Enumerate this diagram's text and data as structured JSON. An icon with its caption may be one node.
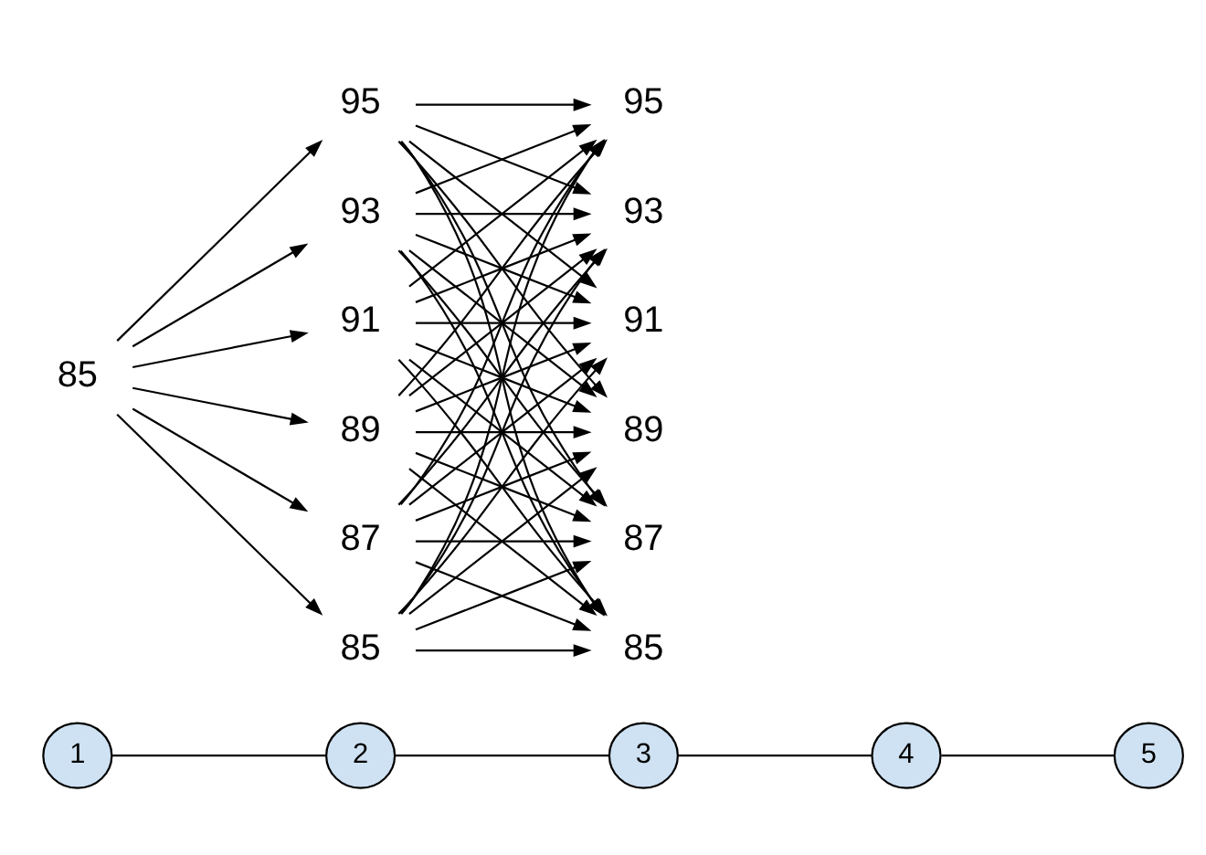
{
  "diagram": {
    "nodes": [
      {
        "text": [
          "1"
        ]
      },
      {
        "text": [
          "2"
        ]
      },
      {
        "text": [
          "3"
        ]
      },
      {
        "text": [
          "4"
        ]
      },
      {
        "text": [
          "5"
        ]
      },
      {
        "text": [
          "85"
        ]
      },
      {
        "text": [
          "95"
        ]
      },
      {
        "text": [
          "93"
        ]
      },
      {
        "text": [
          "91"
        ]
      },
      {
        "text": [
          "89"
        ]
      },
      {
        "text": [
          "87"
        ]
      },
      {
        "text": [
          "85"
        ]
      },
      {
        "text": [
          "95"
        ]
      },
      {
        "text": [
          "93"
        ]
      },
      {
        "text": [
          "91"
        ]
      },
      {
        "text": [
          "89"
        ]
      },
      {
        "text": [
          "87"
        ]
      },
      {
        "text": [
          "85"
        ]
      }
    ],
    "edges": [
      {
        "from": 0,
        "to": 1,
        "arrow": "none"
      },
      {
        "from": 1,
        "to": 2,
        "arrow": "none"
      },
      {
        "from": 2,
        "to": 3,
        "arrow": "none"
      },
      {
        "from": 3,
        "to": 4,
        "arrow": "none"
      },
      {
        "from": 5,
        "to": 6,
        "arrow": "to"
      },
      {
        "from": 5,
        "to": 7,
        "arrow": "to"
      },
      {
        "from": 5,
        "to": 8,
        "arrow": "to"
      },
      {
        "from": 5,
        "to": 9,
        "arrow": "to"
      },
      {
        "from": 5,
        "to": 10,
        "arrow": "to"
      },
      {
        "from": 5,
        "to": 11,
        "arrow": "to"
      },
      {
        "from": 6,
        "to": 12,
        "arrow": "to"
      },
      {
        "from": 6,
        "to": 13,
        "arrow": "to"
      },
      {
        "from": 6,
        "to": 14,
        "arrow": "to"
      },
      {
        "from": 6,
        "to": 15,
        "arrow": "to"
      },
      {
        "from": 6,
        "to": 16,
        "arrow": "to"
      },
      {
        "from": 6,
        "to": 17,
        "arrow": "to"
      },
      {
        "from": 7,
        "to": 12,
        "arrow": "to"
      },
      {
        "from": 7,
        "to": 13,
        "arrow": "to"
      },
      {
        "from": 7,
        "to": 14,
        "arrow": "to"
      },
      {
        "from": 7,
        "to": 15,
        "arrow": "to"
      },
      {
        "from": 7,
        "to": 16,
        "arrow": "to"
      },
      {
        "from": 7,
        "to": 17,
        "arrow": "to"
      },
      {
        "from": 8,
        "to": 12,
        "arrow": "to"
      },
      {
        "from": 8,
        "to": 13,
        "arrow": "to"
      },
      {
        "from": 8,
        "to": 14,
        "arrow": "to"
      },
      {
        "from": 8,
        "to": 15,
        "arrow": "to"
      },
      {
        "from": 8,
        "to": 16,
        "arrow": "to"
      },
      {
        "from": 8,
        "to": 17,
        "arrow": "to"
      },
      {
        "from": 9,
        "to": 12,
        "arrow": "to"
      },
      {
        "from": 9,
        "to": 13,
        "arrow": "to"
      },
      {
        "from": 9,
        "to": 14,
        "arrow": "to"
      },
      {
        "from": 9,
        "to": 15,
        "arrow": "to"
      },
      {
        "from": 9,
        "to": 16,
        "arrow": "to"
      },
      {
        "from": 9,
        "to": 17,
        "arrow": "to"
      },
      {
        "from": 10,
        "to": 12,
        "arrow": "to"
      },
      {
        "from": 10,
        "to": 13,
        "arrow": "to"
      },
      {
        "from": 10,
        "to": 14,
        "arrow": "to"
      },
      {
        "from": 10,
        "to": 15,
        "arrow": "to"
      },
      {
        "from": 10,
        "to": 16,
        "arrow": "to"
      },
      {
        "from": 10,
        "to": 17,
        "arrow": "to"
      },
      {
        "from": 11,
        "to": 12,
        "arrow": "to"
      },
      {
        "from": 11,
        "to": 13,
        "arrow": "to"
      },
      {
        "from": 11,
        "to": 14,
        "arrow": "to"
      },
      {
        "from": 11,
        "to": 15,
        "arrow": "to"
      },
      {
        "from": 11,
        "to": 16,
        "arrow": "to"
      },
      {
        "from": 11,
        "to": 17,
        "arrow": "to"
      }
    ]
  }
}
